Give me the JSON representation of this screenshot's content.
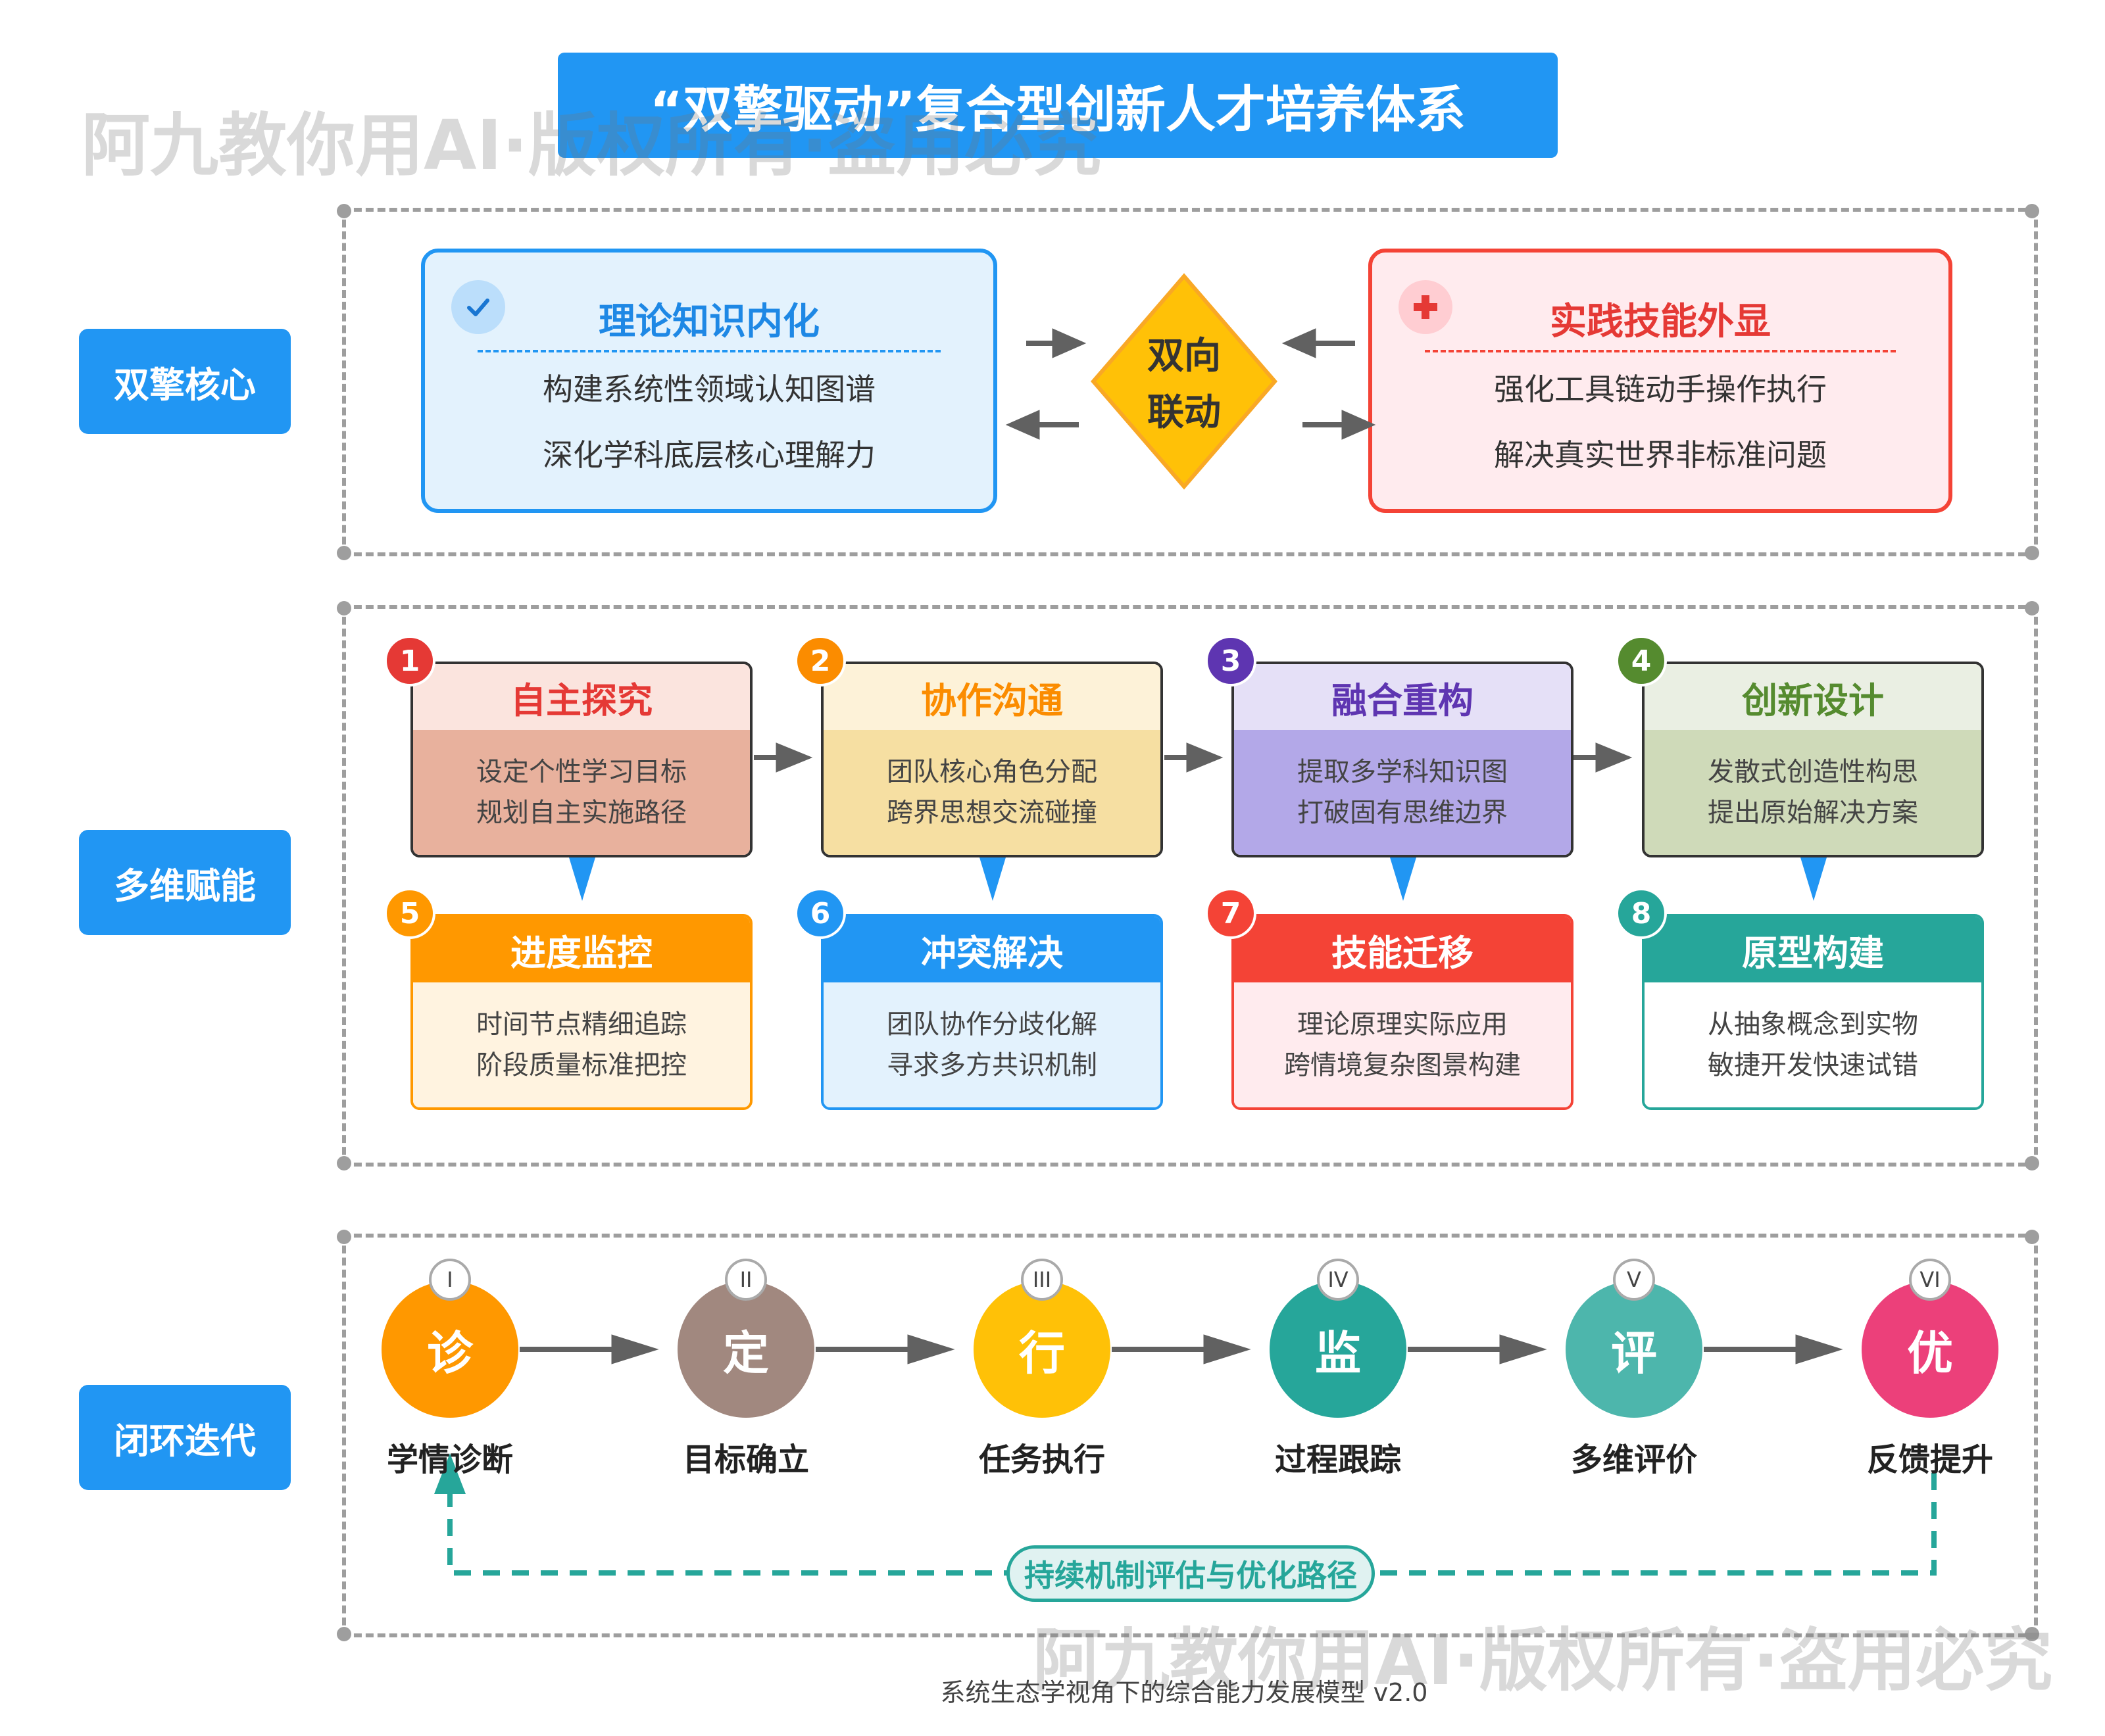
{
  "title": "“双擎驱动”复合型创新人才培养体系",
  "watermarks": [
    "阿九教你用AI·版权所有·盗用必究",
    "阿九教你用AI·版权所有·盗用必究"
  ],
  "sections": [
    {
      "label": "双擎核心"
    },
    {
      "label": "多维赋能"
    },
    {
      "label": "闭环迭代"
    }
  ],
  "core": {
    "left": {
      "title": "理论知识内化",
      "icon": "check-icon",
      "lines": [
        "构建系统性领域认知图谱",
        "深化学科底层核心理解力"
      ]
    },
    "center": {
      "line1": "双向",
      "line2": "联动"
    },
    "right": {
      "title": "实践技能外显",
      "icon": "cross-icon",
      "lines": [
        "强化工具链动手操作执行",
        "解决真实世界非标准问题"
      ]
    }
  },
  "steps": [
    {
      "num": "1",
      "title": "自主探究",
      "lines": [
        "设定个性学习目标",
        "规划自主实施路径"
      ],
      "color": "#e53935"
    },
    {
      "num": "2",
      "title": "协作沟通",
      "lines": [
        "团队核心角色分配",
        "跨界思想交流碰撞"
      ],
      "color": "#fb8c00"
    },
    {
      "num": "3",
      "title": "融合重构",
      "lines": [
        "提取多学科知识图",
        "打破固有思维边界"
      ],
      "color": "#5e35b1"
    },
    {
      "num": "4",
      "title": "创新设计",
      "lines": [
        "发散式创造性构思",
        "提出原始解决方案"
      ],
      "color": "#558b2f"
    },
    {
      "num": "5",
      "title": "进度监控",
      "lines": [
        "时间节点精细追踪",
        "阶段质量标准把控"
      ],
      "color": "#ff9800"
    },
    {
      "num": "6",
      "title": "冲突解决",
      "lines": [
        "团队协作分歧化解",
        "寻求多方共识机制"
      ],
      "color": "#2196f3"
    },
    {
      "num": "7",
      "title": "技能迁移",
      "lines": [
        "理论原理实际应用",
        "跨情境复杂图景构建"
      ],
      "color": "#f44336"
    },
    {
      "num": "8",
      "title": "原型构建",
      "lines": [
        "从抽象概念到实物",
        "敏捷开发快速试错"
      ],
      "color": "#26a69a"
    }
  ],
  "cycle": [
    {
      "roman": "I",
      "char": "诊",
      "label": "学情诊断",
      "color": "#ff9800"
    },
    {
      "roman": "II",
      "char": "定",
      "label": "目标确立",
      "color": "#a1887f"
    },
    {
      "roman": "III",
      "char": "行",
      "label": "任务执行",
      "color": "#ffc107"
    },
    {
      "roman": "IV",
      "char": "监",
      "label": "过程跟踪",
      "color": "#26a69a"
    },
    {
      "roman": "V",
      "char": "评",
      "label": "多维评价",
      "color": "#4db6ac"
    },
    {
      "roman": "VI",
      "char": "优",
      "label": "反馈提升",
      "color": "#ec407a"
    }
  ],
  "loop_label": "持续机制评估与优化路径",
  "footer": "系统生态学视角下的综合能力发展模型 v2.0"
}
